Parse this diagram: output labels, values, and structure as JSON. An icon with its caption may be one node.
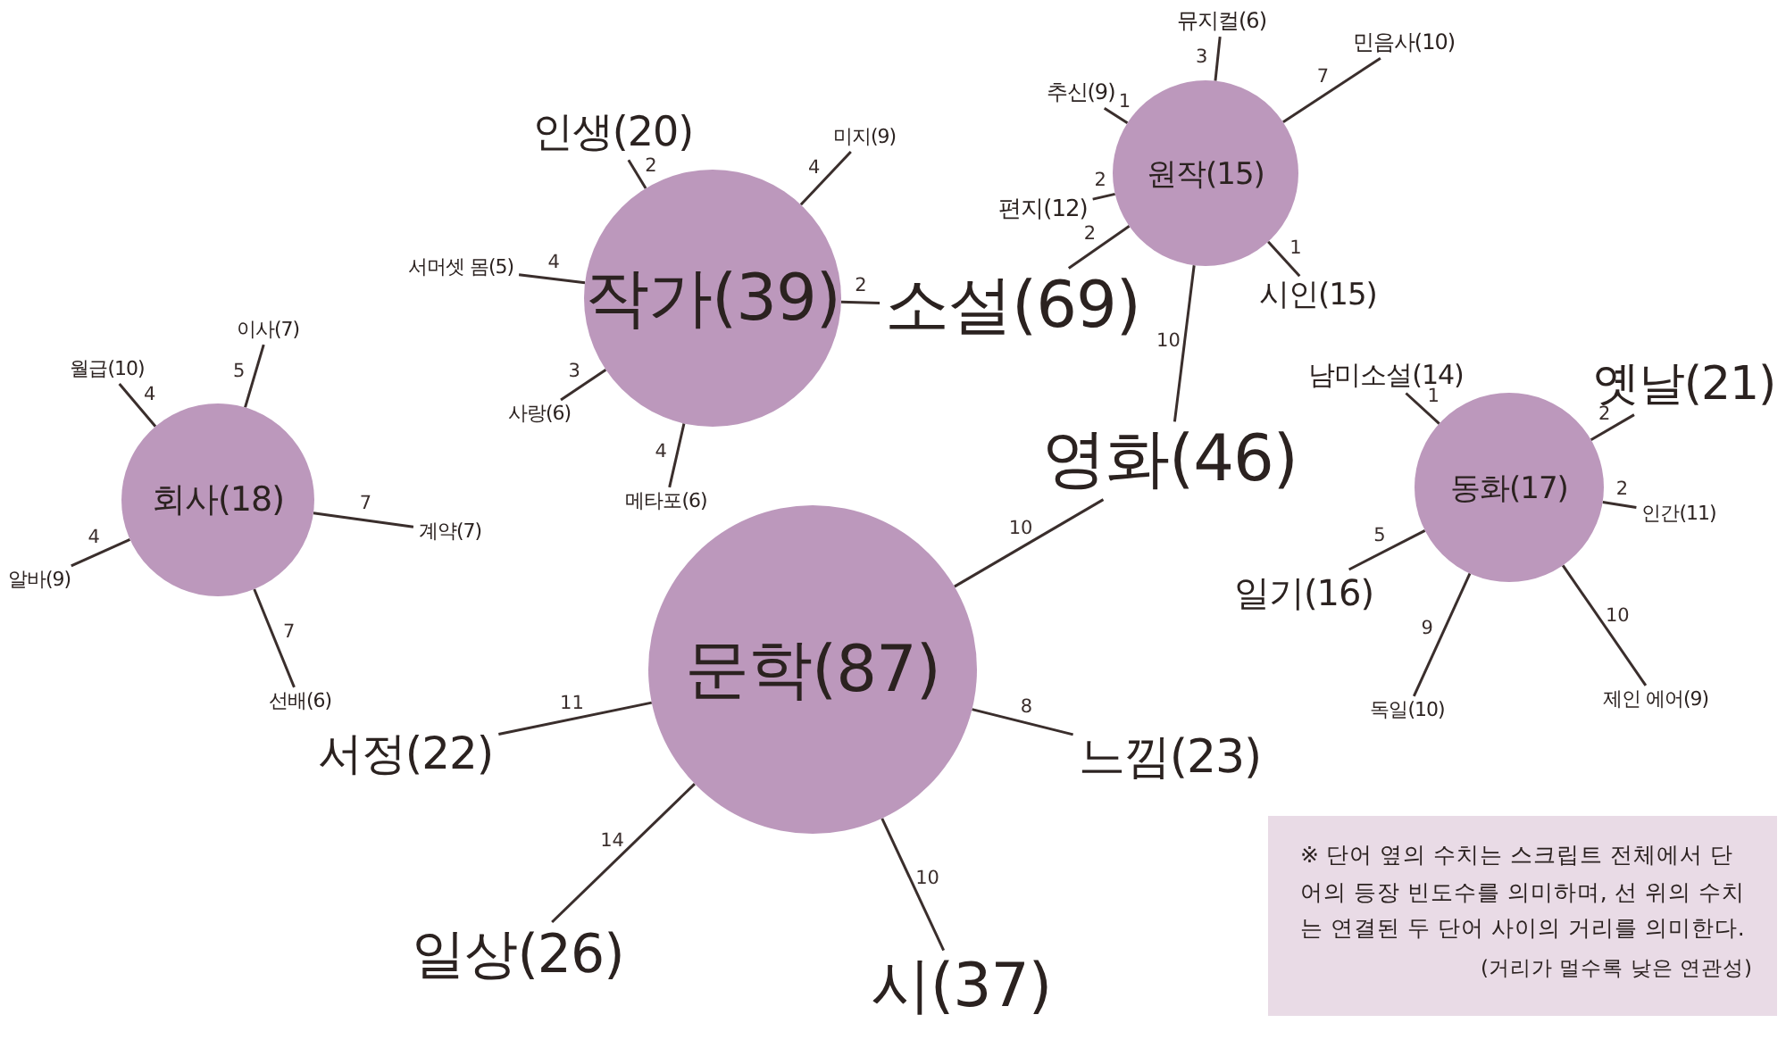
{
  "diagram": {
    "nodes": [
      {
        "text": [
          "뮤지컬(6)"
        ]
      },
      {
        "text": [
          "민음사(10)"
        ]
      },
      {
        "text": [
          "추신(9)"
        ]
      },
      {
        "text": [
          "원작(15)"
        ]
      },
      {
        "text": [
          "인생(20)"
        ]
      },
      {
        "text": [
          "미지(9)"
        ]
      },
      {
        "text": [
          "편지(12)"
        ]
      },
      {
        "text": [
          "서머셋 몸(5)"
        ]
      },
      {
        "text": [
          "작가(39)"
        ]
      },
      {
        "text": [
          "시인(15)"
        ]
      },
      {
        "text": [
          "소설(69)"
        ]
      },
      {
        "text": [
          "이사(7)"
        ]
      },
      {
        "text": [
          "월급(10)"
        ]
      },
      {
        "text": [
          "남미소설(14)"
        ]
      },
      {
        "text": [
          "옛날(21)"
        ]
      },
      {
        "text": [
          "사랑(6)"
        ]
      },
      {
        "text": [
          "메타포(6)"
        ]
      },
      {
        "text": [
          "영화(46)"
        ]
      },
      {
        "text": [
          "회사(18)"
        ]
      },
      {
        "text": [
          "동화(17)"
        ]
      },
      {
        "text": [
          "인간(11)"
        ]
      },
      {
        "text": [
          "계약(7)"
        ]
      },
      {
        "text": [
          "알바(9)"
        ]
      },
      {
        "text": [
          "일기(16)"
        ]
      },
      {
        "text": [
          "문학(87)"
        ]
      },
      {
        "text": [
          "선배(6)"
        ]
      },
      {
        "text": [
          "독일(10)"
        ]
      },
      {
        "text": [
          "제인 에어(9)"
        ]
      },
      {
        "text": [
          "서정(22)"
        ]
      },
      {
        "text": [
          "느낌(23)"
        ]
      },
      {
        "text": [
          "※ 단어 옆의 수치는 스크립트 전체에서 단어의 등장 빈도수를 의미하며, 선 위의 수치는 연결된 두 단어 사이의 거리를 의미한다.",
          "(거리가 멀수록 낮은 연관성)"
        ]
      },
      {
        "text": [
          "일상(26)"
        ]
      },
      {
        "text": [
          "시(37)"
        ]
      }
    ],
    "edges": [
      {
        "from": 8,
        "to": 4,
        "arrow": "none",
        "label": "2"
      },
      {
        "from": 8,
        "to": 5,
        "arrow": "none",
        "label": "4"
      },
      {
        "from": 8,
        "to": 7,
        "arrow": "none",
        "label": "4"
      },
      {
        "from": 8,
        "to": 15,
        "arrow": "none",
        "label": "3"
      },
      {
        "from": 8,
        "to": 16,
        "arrow": "none",
        "label": "4"
      },
      {
        "from": 8,
        "to": 10,
        "arrow": "none",
        "label": "2"
      },
      {
        "from": 3,
        "to": 0,
        "arrow": "none",
        "label": "3"
      },
      {
        "from": 3,
        "to": 1,
        "arrow": "none",
        "label": "7"
      },
      {
        "from": 3,
        "to": 2,
        "arrow": "none",
        "label": "1"
      },
      {
        "from": 3,
        "to": 6,
        "arrow": "none",
        "label": "2"
      },
      {
        "from": 3,
        "to": 9,
        "arrow": "none",
        "label": "1"
      },
      {
        "from": 3,
        "to": 10,
        "arrow": "none",
        "label": "2"
      },
      {
        "from": 3,
        "to": 17,
        "arrow": "none",
        "label": "10"
      },
      {
        "from": 18,
        "to": 11,
        "arrow": "none",
        "label": "5"
      },
      {
        "from": 18,
        "to": 12,
        "arrow": "none",
        "label": "4"
      },
      {
        "from": 18,
        "to": 21,
        "arrow": "none",
        "label": "7"
      },
      {
        "from": 18,
        "to": 22,
        "arrow": "none",
        "label": "4"
      },
      {
        "from": 18,
        "to": 25,
        "arrow": "none",
        "label": "7"
      },
      {
        "from": 19,
        "to": 13,
        "arrow": "none",
        "label": "1"
      },
      {
        "from": 19,
        "to": 14,
        "arrow": "none",
        "label": "2"
      },
      {
        "from": 19,
        "to": 20,
        "arrow": "none",
        "label": "2"
      },
      {
        "from": 19,
        "to": 23,
        "arrow": "none",
        "label": "5"
      },
      {
        "from": 19,
        "to": 26,
        "arrow": "none",
        "label": "9"
      },
      {
        "from": 19,
        "to": 27,
        "arrow": "none",
        "label": "10"
      },
      {
        "from": 24,
        "to": 17,
        "arrow": "none",
        "label": "10"
      },
      {
        "from": 24,
        "to": 28,
        "arrow": "none",
        "label": "11"
      },
      {
        "from": 24,
        "to": 31,
        "arrow": "none",
        "label": "14"
      },
      {
        "from": 24,
        "to": 32,
        "arrow": "none",
        "label": "10"
      },
      {
        "from": 24,
        "to": 29,
        "arrow": "none",
        "label": "8"
      }
    ]
  }
}
